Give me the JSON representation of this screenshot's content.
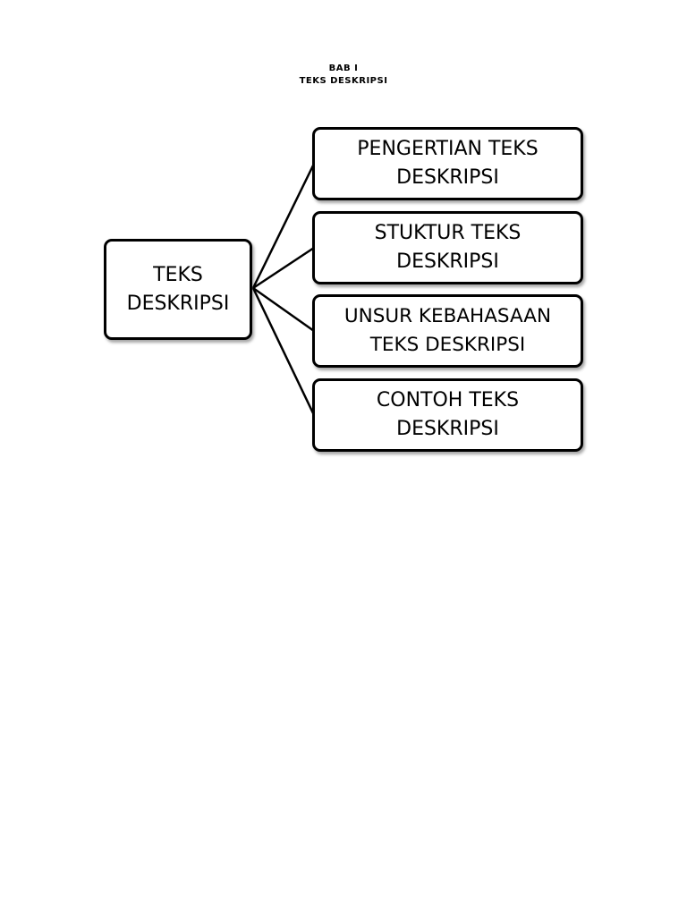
{
  "header": {
    "line1": "BAB I",
    "line2": "TEKS DESKRIPSI"
  },
  "diagram": {
    "root": {
      "line1": "TEKS",
      "line2": "DESKRIPSI"
    },
    "children": [
      {
        "line1": "PENGERTIAN TEKS",
        "line2": "DESKRIPSI"
      },
      {
        "line1": "STUKTUR TEKS",
        "line2": "DESKRIPSI"
      },
      {
        "line1": "UNSUR KEBAHASAAN",
        "line2": "TEKS DESKRIPSI"
      },
      {
        "line1": "CONTOH TEKS",
        "line2": "DESKRIPSI"
      }
    ]
  }
}
